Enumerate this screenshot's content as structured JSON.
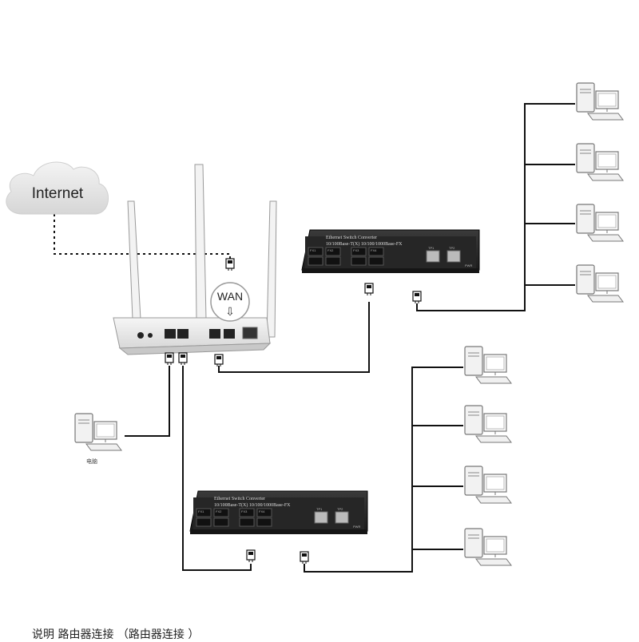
{
  "diagram": {
    "cloud_label": "Internet",
    "wan_label": "WAN",
    "wan_arrow": "⇩",
    "switch_title": "Ethernet Switch Converter",
    "switch_subtitle": "10/100Base-T(X) 10/100/1000Base-FX",
    "switch_port_labels": [
      "FX1",
      "FX2",
      "FX3",
      "FX4"
    ],
    "switch_status_labels": [
      "TP1",
      "TP2",
      "PWR"
    ],
    "pc_label": "电脑",
    "caption": "说明 路由器连接 （路由器连接 ）"
  },
  "colors": {
    "line": "#111111",
    "device_dark": "#2b2b2b",
    "router_body": "#e9e9e9",
    "cloud": "#e6e6e6"
  }
}
